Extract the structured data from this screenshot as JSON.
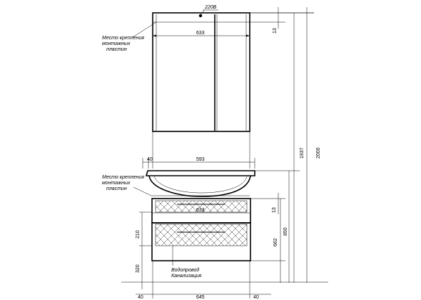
{
  "labels": {
    "power": "220В",
    "mount_top": [
      "Место крепления",
      "монтажных",
      "пластин"
    ],
    "mount_mid": [
      "Место крепления",
      "монтажных",
      "пластин"
    ],
    "plumbing": [
      "Водопровод",
      "Канализация"
    ]
  },
  "dimensions": {
    "cabinet_width": "633",
    "cabinet_top_offset": "13",
    "sink_left_offset": "40",
    "sink_width": "593",
    "vanity_width": "633",
    "vanity_top_offset": "13",
    "height_2000": "2000",
    "height_1937": "1937",
    "height_850": "850",
    "height_662": "662",
    "height_210": "210",
    "height_320": "320",
    "bottom_left": "40",
    "bottom_mid": "645",
    "bottom_right": "40"
  }
}
